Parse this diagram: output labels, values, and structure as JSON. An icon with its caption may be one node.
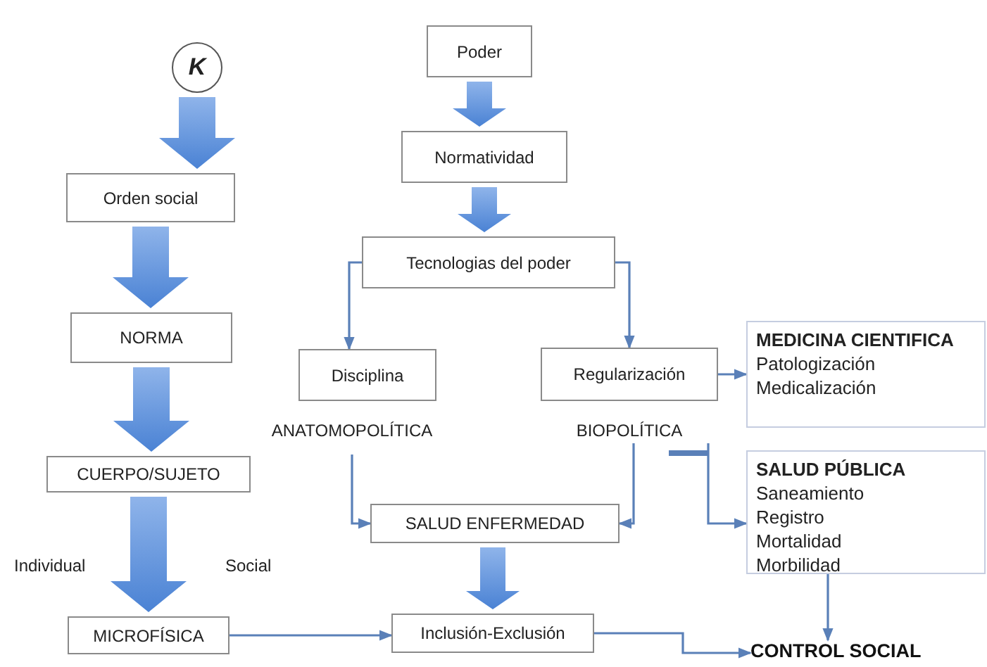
{
  "diagram": {
    "nodes": [
      {
        "text": [
          "K"
        ]
      },
      {
        "text": [
          "Orden social"
        ]
      },
      {
        "text": [
          "NORMA"
        ]
      },
      {
        "text": [
          "CUERPO/SUJETO"
        ]
      },
      {
        "text": [
          "MICROFÍSICA"
        ]
      },
      {
        "text": [
          "Poder"
        ]
      },
      {
        "text": [
          "Normatividad"
        ]
      },
      {
        "text": [
          "Tecnologias del poder"
        ]
      },
      {
        "text": [
          "Disciplina"
        ],
        "beside": [
          "ANATOMOPOLÍTICA"
        ]
      },
      {
        "text": [
          "Regularización"
        ],
        "beside": [
          "BIOPOLÍTICA"
        ]
      },
      {
        "text": [
          "SALUD ENFERMEDAD"
        ]
      },
      {
        "text": [
          "Inclusión-Exclusión"
        ]
      },
      {
        "text": [
          "MEDICINA CIENTIFICA",
          "Patologización",
          "Medicalización"
        ]
      },
      {
        "text": [
          "SALUD PÚBLICA",
          "Saneamiento",
          "Registro",
          "Mortalidad",
          "Morbilidad"
        ]
      },
      {
        "text": [
          "CONTROL SOCIAL"
        ]
      }
    ],
    "edges": [
      {
        "from": 0,
        "to": 1,
        "arrow": "to",
        "style": "thick"
      },
      {
        "from": 1,
        "to": 2,
        "arrow": "to",
        "style": "thick"
      },
      {
        "from": 2,
        "to": 3,
        "arrow": "to",
        "style": "thick"
      },
      {
        "from": 3,
        "to": 4,
        "arrow": "to",
        "style": "thick"
      },
      {
        "from": 5,
        "to": 6,
        "arrow": "to",
        "style": "thick"
      },
      {
        "from": 6,
        "to": 7,
        "arrow": "to",
        "style": "thick"
      },
      {
        "from": 7,
        "to": 8,
        "arrow": "to"
      },
      {
        "from": 7,
        "to": 9,
        "arrow": "to"
      },
      {
        "from": 9,
        "to": 12,
        "arrow": "to"
      },
      {
        "from": 9,
        "to": 13,
        "arrow": "to"
      },
      {
        "from": 8,
        "to": 10,
        "arrow": "to"
      },
      {
        "from": 9,
        "to": 10,
        "arrow": "to"
      },
      {
        "from": 10,
        "to": 11,
        "arrow": "to",
        "style": "thick"
      },
      {
        "from": 4,
        "to": 11,
        "arrow": "to"
      },
      {
        "from": 11,
        "to": 14,
        "arrow": "to"
      },
      {
        "from": 13,
        "to": 14,
        "arrow": "to"
      }
    ],
    "labels": [
      "Individual",
      "Social"
    ]
  }
}
